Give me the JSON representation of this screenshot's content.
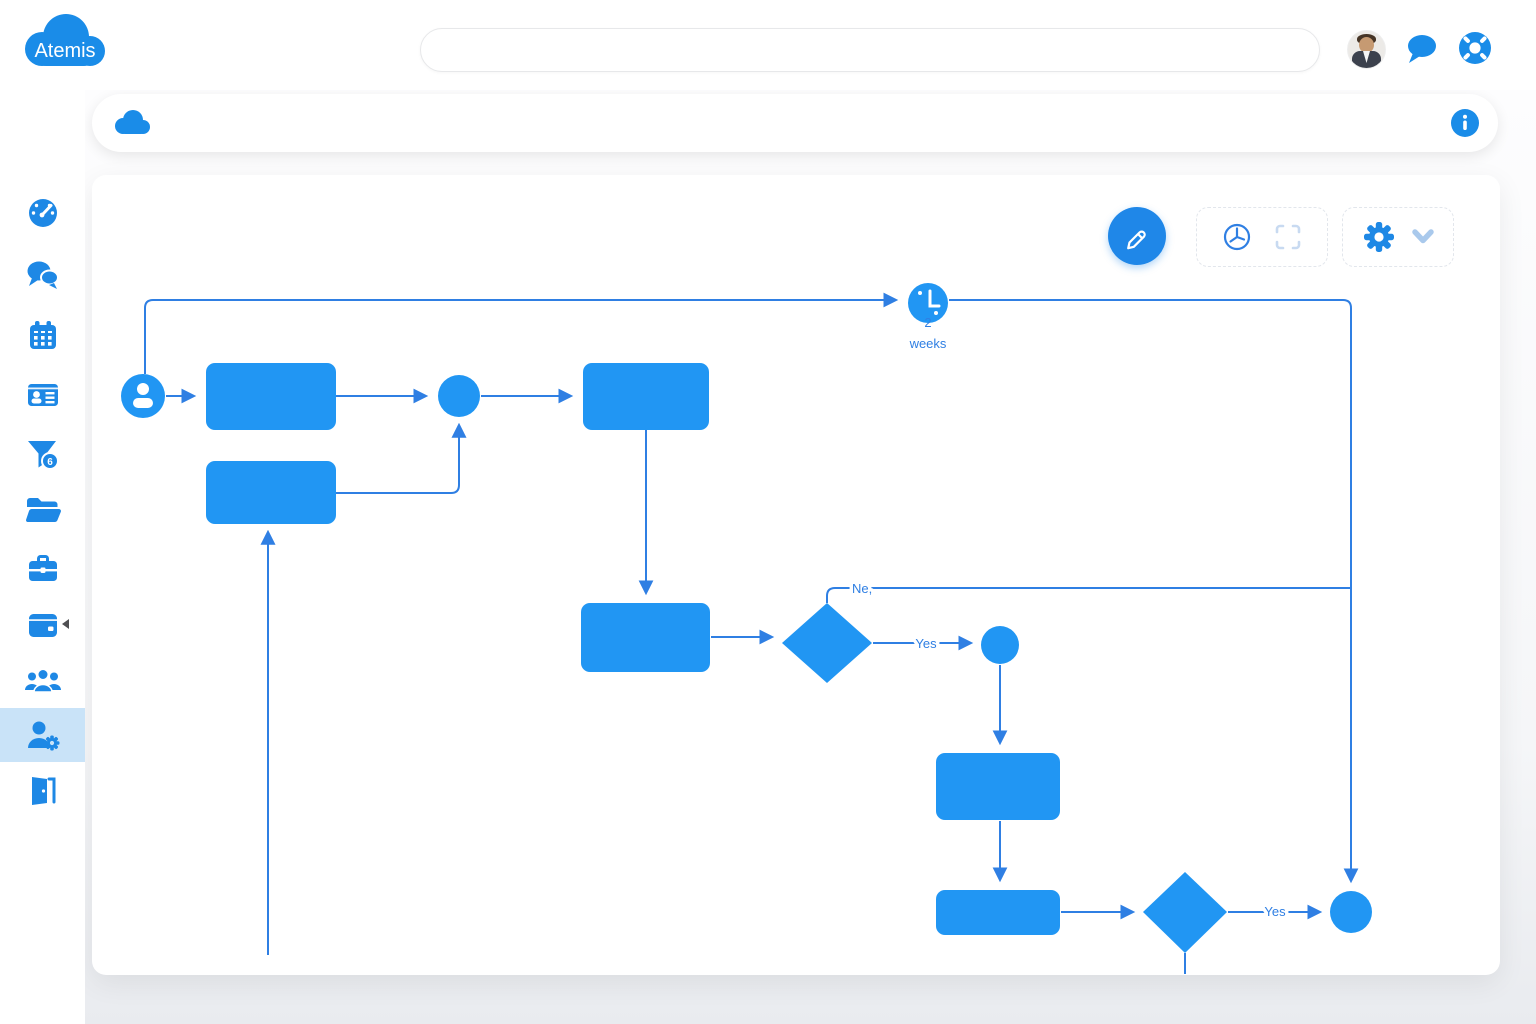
{
  "app": {
    "title": "Atemis"
  },
  "colors": {
    "accent": "#2196f3",
    "line": "#2f7fe3",
    "icon_blue": "#1e88e5",
    "logo_blue": "#1a8ce8",
    "selected_item_bg": "#c9e3f8"
  },
  "topbar": {
    "logo_text": "Atemis",
    "search": {
      "value": "",
      "placeholder": ""
    },
    "icons": {
      "avatar": "user-avatar",
      "chat": "chat-bubble-icon",
      "help": "life-ring-icon"
    }
  },
  "sidebar": {
    "items": [
      {
        "id": "dashboard",
        "icon": "gauge-icon",
        "selected": false
      },
      {
        "id": "messages",
        "icon": "chat-bubbles-icon",
        "selected": false
      },
      {
        "id": "calendar",
        "icon": "calendar-icon",
        "selected": false
      },
      {
        "id": "contacts",
        "icon": "id-card-icon",
        "selected": false
      },
      {
        "id": "filter",
        "icon": "funnel-icon",
        "badge": "6",
        "selected": false
      },
      {
        "id": "files",
        "icon": "folder-open-icon",
        "selected": false
      },
      {
        "id": "work",
        "icon": "briefcase-icon",
        "selected": false
      },
      {
        "id": "wallet",
        "icon": "wallet-icon",
        "selected": false,
        "has_collapse_arrow": true
      },
      {
        "id": "teams",
        "icon": "users-icon",
        "selected": false
      },
      {
        "id": "user-settings",
        "icon": "user-gear-icon",
        "selected": true
      },
      {
        "id": "logout",
        "icon": "door-exit-icon",
        "selected": false
      }
    ]
  },
  "breadcrumb_bar": {
    "left_icon": "cloud-icon",
    "right_icon": "info-icon"
  },
  "canvas": {
    "tools": {
      "edit": "pencil-icon",
      "history": "clock-icon",
      "fullscreen": "expand-icon",
      "settings": "gear-icon",
      "more": "chevron-down-icon"
    },
    "diagram": {
      "timer_line1": "2",
      "timer_line2": "weeks",
      "labels": {
        "no": "Ne,",
        "yes1": "Yes",
        "yes2": "Yes"
      },
      "node_kinds": [
        "start-user",
        "task",
        "connector-circle",
        "task",
        "task",
        "task",
        "decision",
        "connector-circle",
        "task",
        "task",
        "decision",
        "timer",
        "end-circle"
      ]
    }
  }
}
